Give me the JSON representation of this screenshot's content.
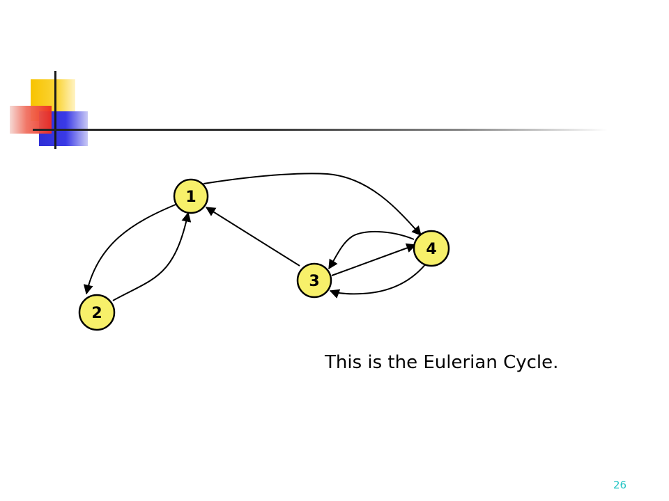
{
  "slide": {
    "caption": "This is the Eulerian Cycle.",
    "page_number": "26"
  },
  "graph": {
    "nodes": [
      {
        "id": "1",
        "label": "1"
      },
      {
        "id": "2",
        "label": "2"
      },
      {
        "id": "3",
        "label": "3"
      },
      {
        "id": "4",
        "label": "4"
      }
    ],
    "edges": [
      {
        "from": "1",
        "to": "2"
      },
      {
        "from": "2",
        "to": "1"
      },
      {
        "from": "3",
        "to": "1"
      },
      {
        "from": "1",
        "to": "4"
      },
      {
        "from": "3",
        "to": "4"
      },
      {
        "from": "4",
        "to": "3"
      },
      {
        "from": "4",
        "to": "3"
      }
    ]
  },
  "colors": {
    "node_fill": "#f7f06a",
    "node_stroke": "#000000",
    "edge": "#000000",
    "page_number": "#22c4c4",
    "deco_yellow": "#f8c300",
    "deco_red": "#ee2c1e",
    "deco_blue": "#2f2fd6"
  }
}
